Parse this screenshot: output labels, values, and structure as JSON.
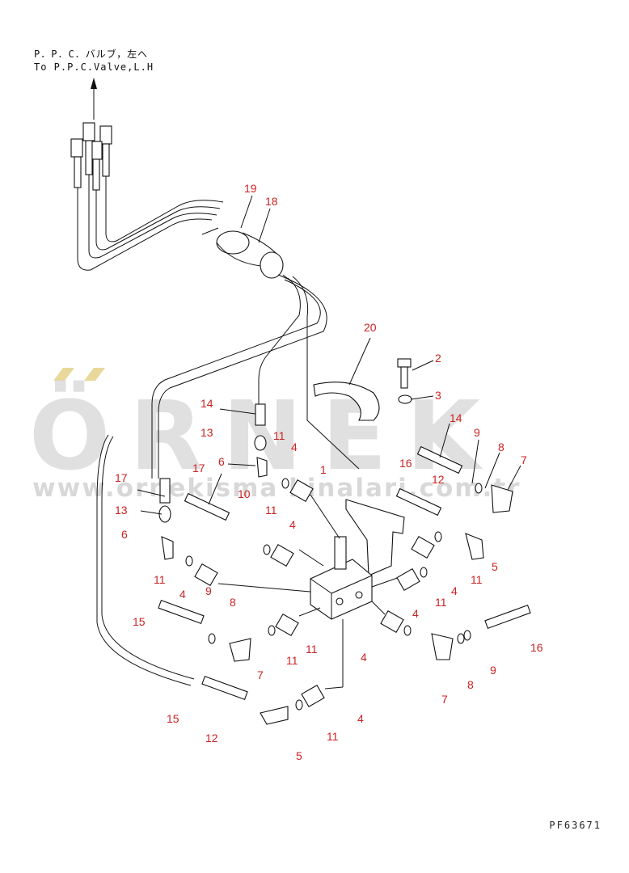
{
  "header": {
    "line1": "P．P．C．バルブ，左へ",
    "line2": "To P.P.C.Valve,L.H"
  },
  "drawing_code": "PF63671",
  "watermark": {
    "logo": "ÖRNEK",
    "url": "www.ornekisma kinalari.com.tr"
  },
  "callouts": [
    {
      "id": "c19a",
      "text": "19"
    },
    {
      "id": "c18",
      "text": "18"
    },
    {
      "id": "c20",
      "text": "20"
    },
    {
      "id": "c2",
      "text": "2"
    },
    {
      "id": "c3",
      "text": "3"
    },
    {
      "id": "c14a",
      "text": "14"
    },
    {
      "id": "c14b",
      "text": "14"
    },
    {
      "id": "c13a",
      "text": "13"
    },
    {
      "id": "c11a",
      "text": "11"
    },
    {
      "id": "c4a",
      "text": "4"
    },
    {
      "id": "c1",
      "text": "1"
    },
    {
      "id": "c9a",
      "text": "9"
    },
    {
      "id": "c8a",
      "text": "8"
    },
    {
      "id": "c7a",
      "text": "7"
    },
    {
      "id": "c16a",
      "text": "16"
    },
    {
      "id": "c12a",
      "text": "12"
    },
    {
      "id": "c17a",
      "text": "17"
    },
    {
      "id": "c6a",
      "text": "6"
    },
    {
      "id": "c17b",
      "text": "17"
    },
    {
      "id": "c13b",
      "text": "13"
    },
    {
      "id": "c10",
      "text": "10"
    },
    {
      "id": "c11b",
      "text": "11"
    },
    {
      "id": "c4b",
      "text": "4"
    },
    {
      "id": "c6b",
      "text": "6"
    },
    {
      "id": "c5a",
      "text": "5"
    },
    {
      "id": "c11c",
      "text": "11"
    },
    {
      "id": "c11d",
      "text": "11"
    },
    {
      "id": "c4c",
      "text": "4"
    },
    {
      "id": "c11e",
      "text": "11"
    },
    {
      "id": "c4d",
      "text": "4"
    },
    {
      "id": "c9b",
      "text": "9"
    },
    {
      "id": "c8b",
      "text": "8"
    },
    {
      "id": "c15a",
      "text": "15"
    },
    {
      "id": "c4e",
      "text": "4"
    },
    {
      "id": "c16b",
      "text": "16"
    },
    {
      "id": "c11f",
      "text": "11"
    },
    {
      "id": "c4f",
      "text": "4"
    },
    {
      "id": "c11g",
      "text": "11"
    },
    {
      "id": "c7b",
      "text": "7"
    },
    {
      "id": "c9c",
      "text": "9"
    },
    {
      "id": "c8c",
      "text": "8"
    },
    {
      "id": "c7c",
      "text": "7"
    },
    {
      "id": "c15b",
      "text": "15"
    },
    {
      "id": "c12b",
      "text": "12"
    },
    {
      "id": "c4g",
      "text": "4"
    },
    {
      "id": "c11h",
      "text": "11"
    },
    {
      "id": "c5b",
      "text": "5"
    }
  ]
}
